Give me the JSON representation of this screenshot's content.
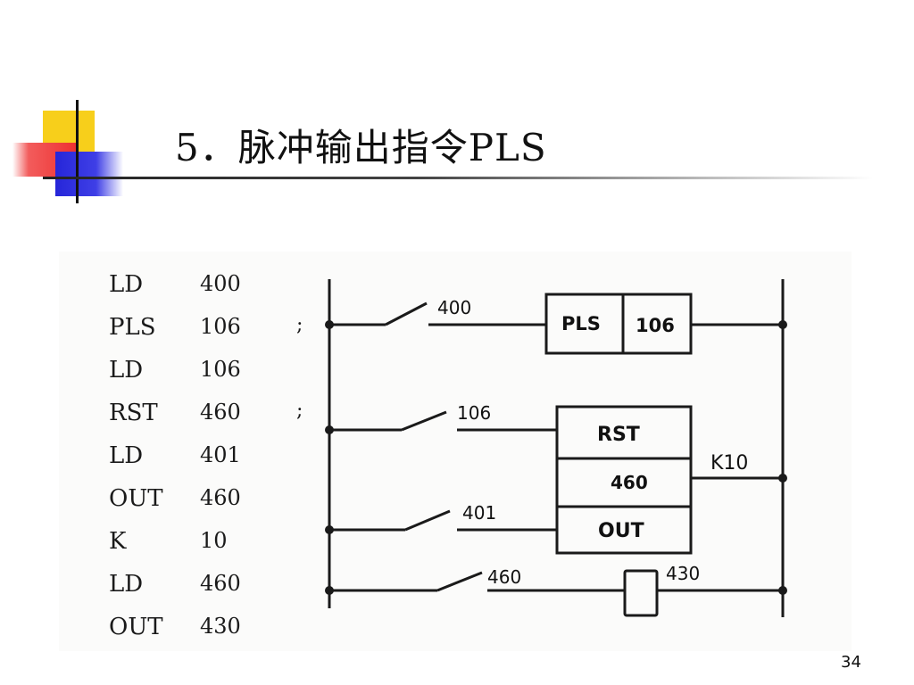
{
  "slide": {
    "title": "5．脉冲输出指令PLS",
    "page_number": "34"
  },
  "instruction_list": [
    {
      "op": "LD",
      "arg": "400",
      "semicolon": ""
    },
    {
      "op": "PLS",
      "arg": "106",
      "semicolon": ";"
    },
    {
      "op": "LD",
      "arg": "106",
      "semicolon": ""
    },
    {
      "op": "RST",
      "arg": "460",
      "semicolon": ";"
    },
    {
      "op": "LD",
      "arg": "401",
      "semicolon": ""
    },
    {
      "op": "OUT",
      "arg": "460",
      "semicolon": ""
    },
    {
      "op": "K",
      "arg": "10",
      "semicolon": ""
    },
    {
      "op": "LD",
      "arg": "460",
      "semicolon": ""
    },
    {
      "op": "OUT",
      "arg": "430",
      "semicolon": ""
    }
  ],
  "ladder": {
    "contacts": {
      "c400": "400",
      "c106": "106",
      "c401": "401",
      "c460": "460"
    },
    "pls_box": {
      "op": "PLS",
      "arg": "106"
    },
    "counter_box": {
      "rst": "RST",
      "num": "460",
      "out": "OUT",
      "preset": "K10"
    },
    "coil": "430"
  }
}
